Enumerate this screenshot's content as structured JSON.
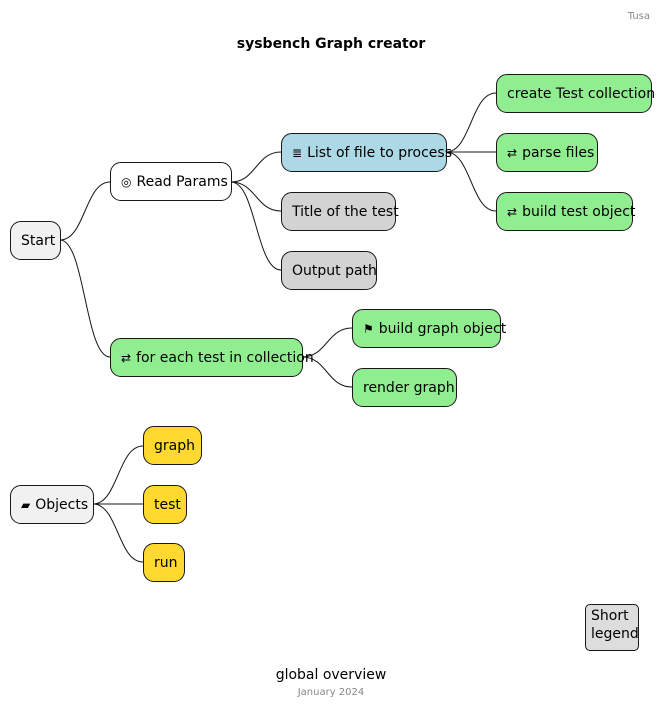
{
  "header": "Tusa",
  "title": "sysbench Graph creator",
  "caption": "global overview",
  "footer": "January 2024",
  "legend": {
    "line1": "Short",
    "line2": "legend"
  },
  "colors": {
    "root": "#f1f1f1",
    "white": "#ffffff",
    "blue": "#add8e6",
    "grey": "#d3d3d3",
    "green": "#90ee90",
    "yellow": "#ffd92f",
    "line": "#181818"
  },
  "nodes": {
    "start": {
      "label": "Start"
    },
    "read_params": {
      "label": "Read Params",
      "icon": "target-icon",
      "glyph": "◎"
    },
    "list_files": {
      "label": "List of file to process",
      "icon": "list-icon",
      "glyph": "≣"
    },
    "title_test": {
      "label": "Title of the test"
    },
    "output_path": {
      "label": "Output path"
    },
    "create_collection": {
      "label": "create Test collection"
    },
    "parse_files": {
      "label": "parse files",
      "icon": "loop-icon",
      "glyph": "⇄"
    },
    "build_test_object": {
      "label": "build test object",
      "icon": "loop-icon",
      "glyph": "⇄"
    },
    "for_each_test": {
      "label": "for each test in collection",
      "icon": "loop-icon",
      "glyph": "⇄"
    },
    "build_graph_object": {
      "label": "build graph object",
      "icon": "flag-icon",
      "glyph": "⚑"
    },
    "render_graph": {
      "label": "render graph"
    },
    "objects": {
      "label": "Objects",
      "icon": "box-icon",
      "glyph": "▰"
    },
    "graph": {
      "label": "graph"
    },
    "test": {
      "label": "test"
    },
    "run": {
      "label": "run"
    }
  }
}
